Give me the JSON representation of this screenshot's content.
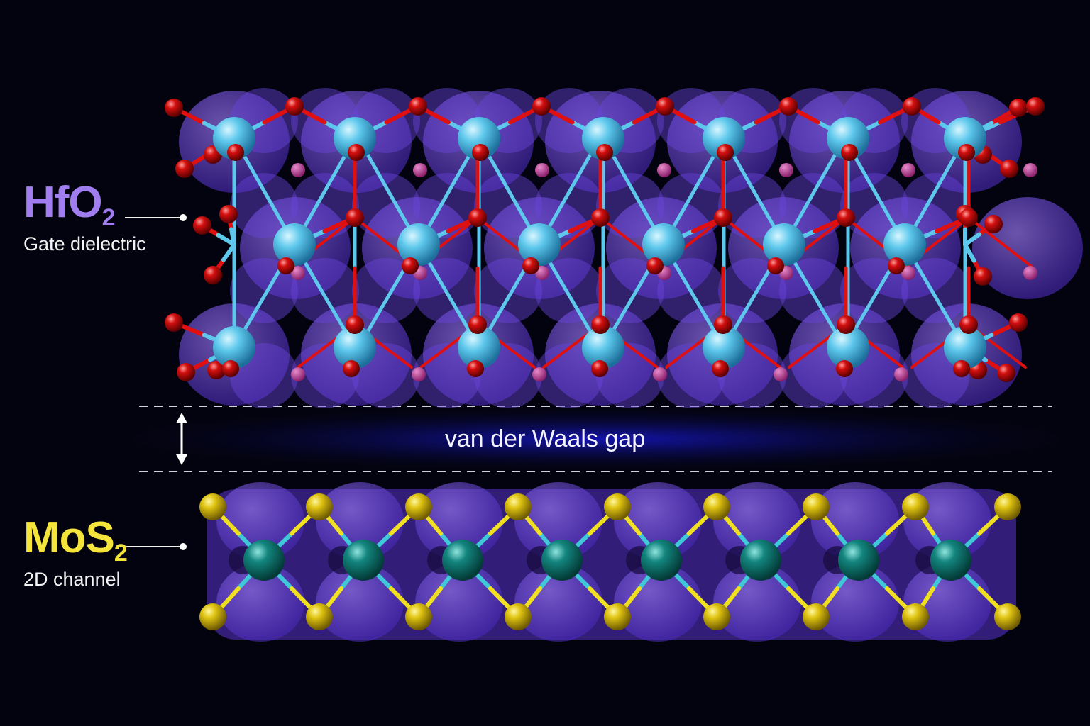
{
  "hfo2": {
    "formula_main": "HfO",
    "formula_sub": "2",
    "caption": "Gate dielectric",
    "color": "#a07ef0"
  },
  "mos2": {
    "formula_main": "MoS",
    "formula_sub": "2",
    "caption": "2D channel",
    "color": "#f5e53a"
  },
  "gap": {
    "label": "van der Waals gap"
  },
  "colors": {
    "hf": "#5ec8ec",
    "o": "#d40f0f",
    "mo": "#13857e",
    "s": "#e0c412",
    "cloud": "#7b4ee8",
    "background": "#03030f"
  }
}
